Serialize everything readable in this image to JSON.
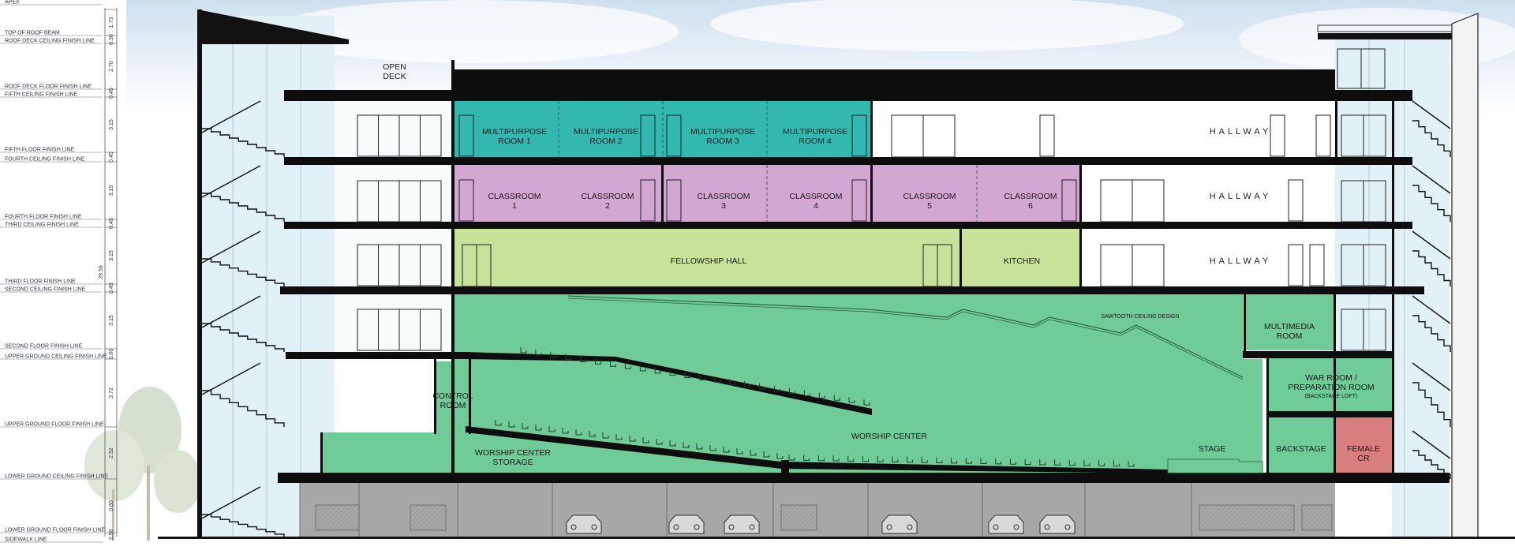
{
  "levels": [
    {
      "label": "APEX"
    },
    {
      "label": "TOP OF ROOF BEAM"
    },
    {
      "label": "ROOF DECK CEILING FINISH LINE"
    },
    {
      "label": "ROOF DECK FLOOR FINISH LINE"
    },
    {
      "label": "FIFTH CEILING FINISH LINE"
    },
    {
      "label": "FIFTH FLOOR FINISH LINE"
    },
    {
      "label": "FOURTH CEILING FINISH LINE"
    },
    {
      "label": "FOURTH FLOOR FINISH LINE"
    },
    {
      "label": "THIRD CEILING FINISH LINE"
    },
    {
      "label": "THIRD FLOOR FINISH LINE"
    },
    {
      "label": "SECOND CEILING FINISH LINE"
    },
    {
      "label": "SECOND FLOOR FINISH LINE"
    },
    {
      "label": "UPPER GROUND CEILING FINISH LINE"
    },
    {
      "label": "UPPER GROUND FLOOR FINISH LINE"
    },
    {
      "label": "LOWER GROUND CEILING FINISH LINE"
    },
    {
      "label": "LOWER GROUND FLOOR FINISH LINE"
    },
    {
      "label": "SIDEWALK LINE"
    }
  ],
  "dimensions": [
    "1.73",
    "0.30",
    "2.70",
    "0.45",
    "3.15",
    "0.45",
    "3.15",
    "0.45",
    "3.15",
    "0.45",
    "3.15",
    "0.60",
    "3.72",
    "2.52",
    "0.60",
    "2.56"
  ],
  "total_height": "29.59",
  "rooms": {
    "open_deck": [
      "OPEN",
      "DECK"
    ],
    "multipurpose": [
      [
        "MULTIPURPOSE",
        "ROOM 1"
      ],
      [
        "MULTIPURPOSE",
        "ROOM 2"
      ],
      [
        "MULTIPURPOSE",
        "ROOM 3"
      ],
      [
        "MULTIPURPOSE",
        "ROOM 4"
      ]
    ],
    "classrooms": [
      [
        "CLASSROOM",
        "1"
      ],
      [
        "CLASSROOM",
        "2"
      ],
      [
        "CLASSROOM",
        "3"
      ],
      [
        "CLASSROOM",
        "4"
      ],
      [
        "CLASSROOM",
        "5"
      ],
      [
        "CLASSROOM",
        "6"
      ]
    ],
    "hallway": "HALLWAY",
    "fellowship_hall": "FELLOWSHIP HALL",
    "kitchen": "KITCHEN",
    "sawtooth": "SAWTOOTH CEILING DESIGN",
    "multimedia": [
      "MULTIMEDIA",
      "ROOM"
    ],
    "war_room": [
      "WAR ROOM /",
      "PREPARATION  ROOM"
    ],
    "war_room_note": "(BACKSTAGE LOFT)",
    "control_room": [
      "CONTROL",
      "ROOM"
    ],
    "worship_center": "WORSHIP CENTER",
    "storage": [
      "WORSHIP CENTER",
      "STORAGE"
    ],
    "stage": "STAGE",
    "backstage": "BACKSTAGE",
    "female_cr": [
      "FEMALE",
      "CR"
    ]
  },
  "colors": {
    "multipurpose": "#33b8b0",
    "classroom": "#d2a8d2",
    "fellowship": "#c8e29a",
    "worship": "#6fcc98",
    "female_cr": "#d97e7e",
    "slab": "#0d0d0d",
    "parking": "#a7a7a7",
    "glass": "#dceef2"
  }
}
